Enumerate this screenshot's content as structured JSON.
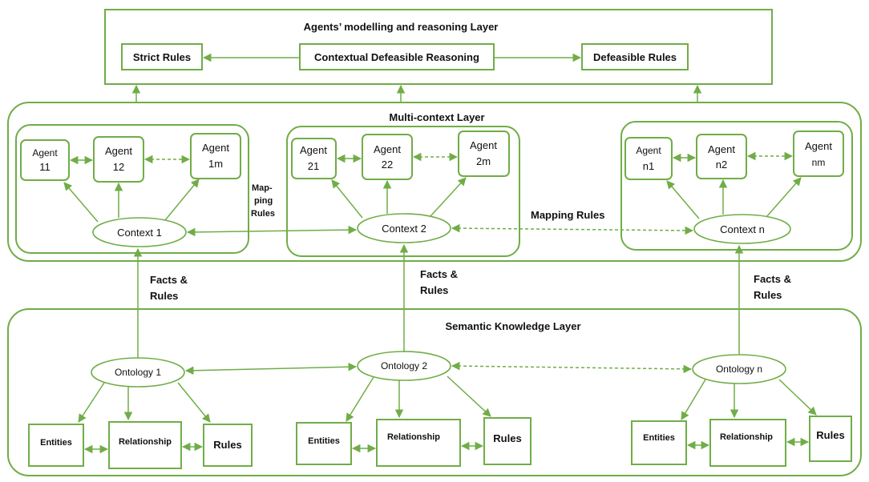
{
  "agents_layer": {
    "title": "Agents’ modelling and reasoning Layer",
    "strict_rules": "Strict Rules",
    "contextual_reasoning": "Contextual Defeasible Reasoning",
    "defeasible_rules": "Defeasible Rules"
  },
  "multi_context_layer": {
    "title": "Multi-context Layer",
    "mapping_rules_small": [
      "Map-",
      "ping",
      "Rules"
    ],
    "mapping_rules_large": "Mapping Rules",
    "contexts": [
      {
        "label": "Context 1",
        "agents": [
          [
            "Agent",
            "11"
          ],
          [
            "Agent",
            "12"
          ],
          [
            "Agent",
            "1m"
          ]
        ]
      },
      {
        "label": "Context 2",
        "agents": [
          [
            "Agent",
            "21"
          ],
          [
            "Agent",
            "22"
          ],
          [
            "Agent",
            "2m"
          ]
        ]
      },
      {
        "label": "Context n",
        "agents": [
          [
            "Agent",
            "n1"
          ],
          [
            "Agent",
            "n2"
          ],
          [
            "Agent",
            "nm"
          ]
        ]
      }
    ]
  },
  "facts_rules": [
    [
      "Facts &",
      "Rules"
    ],
    [
      "Facts &",
      "Rules"
    ],
    [
      "Facts &",
      "Rules"
    ]
  ],
  "semantic_layer": {
    "title": "Semantic Knowledge Layer",
    "ontologies": [
      {
        "label": "Ontology 1",
        "entities": "Entities",
        "relationship": "Relationship",
        "rules": "Rules"
      },
      {
        "label": "Ontology 2",
        "entities": "Entities",
        "relationship": "Relationship",
        "rules": "Rules"
      },
      {
        "label": "Ontology n",
        "entities": "Entities",
        "relationship": "Relationship",
        "rules": "Rules"
      }
    ]
  },
  "colors": {
    "accent": "#70ad47",
    "text": "#111111"
  }
}
